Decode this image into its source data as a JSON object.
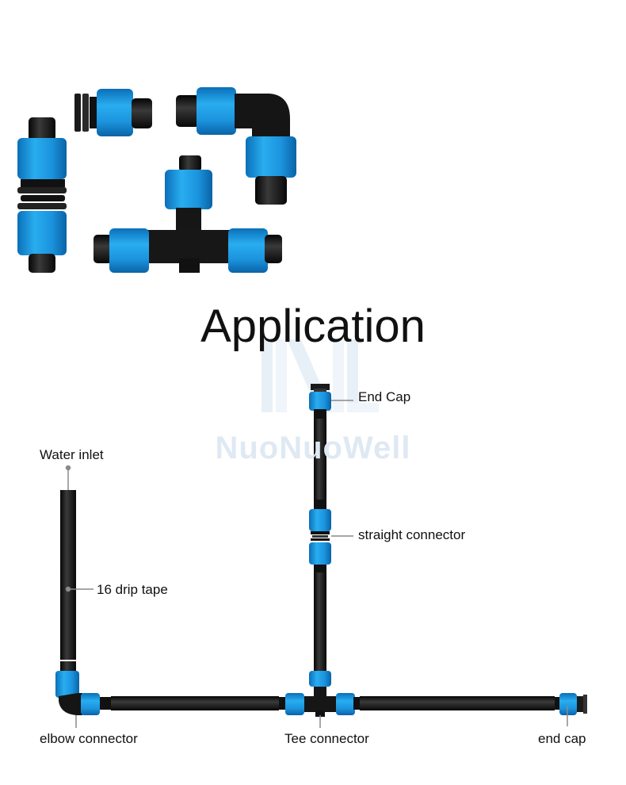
{
  "title": "Application",
  "watermark": "NuoNuoWell",
  "labels": {
    "end_cap_top": "End Cap",
    "straight_connector": "straight connector",
    "water_inlet": "Water inlet",
    "drip_tape": "16 drip tape",
    "elbow_connector": "elbow connector",
    "tee_connector": "Tee connector",
    "end_cap_bottom": "end cap"
  },
  "colors": {
    "fitting_blue": "#1fa0e8",
    "fitting_dark_blue": "#0b77c4",
    "pipe_black": "#141414",
    "leader_gray": "#8a8a8a"
  }
}
